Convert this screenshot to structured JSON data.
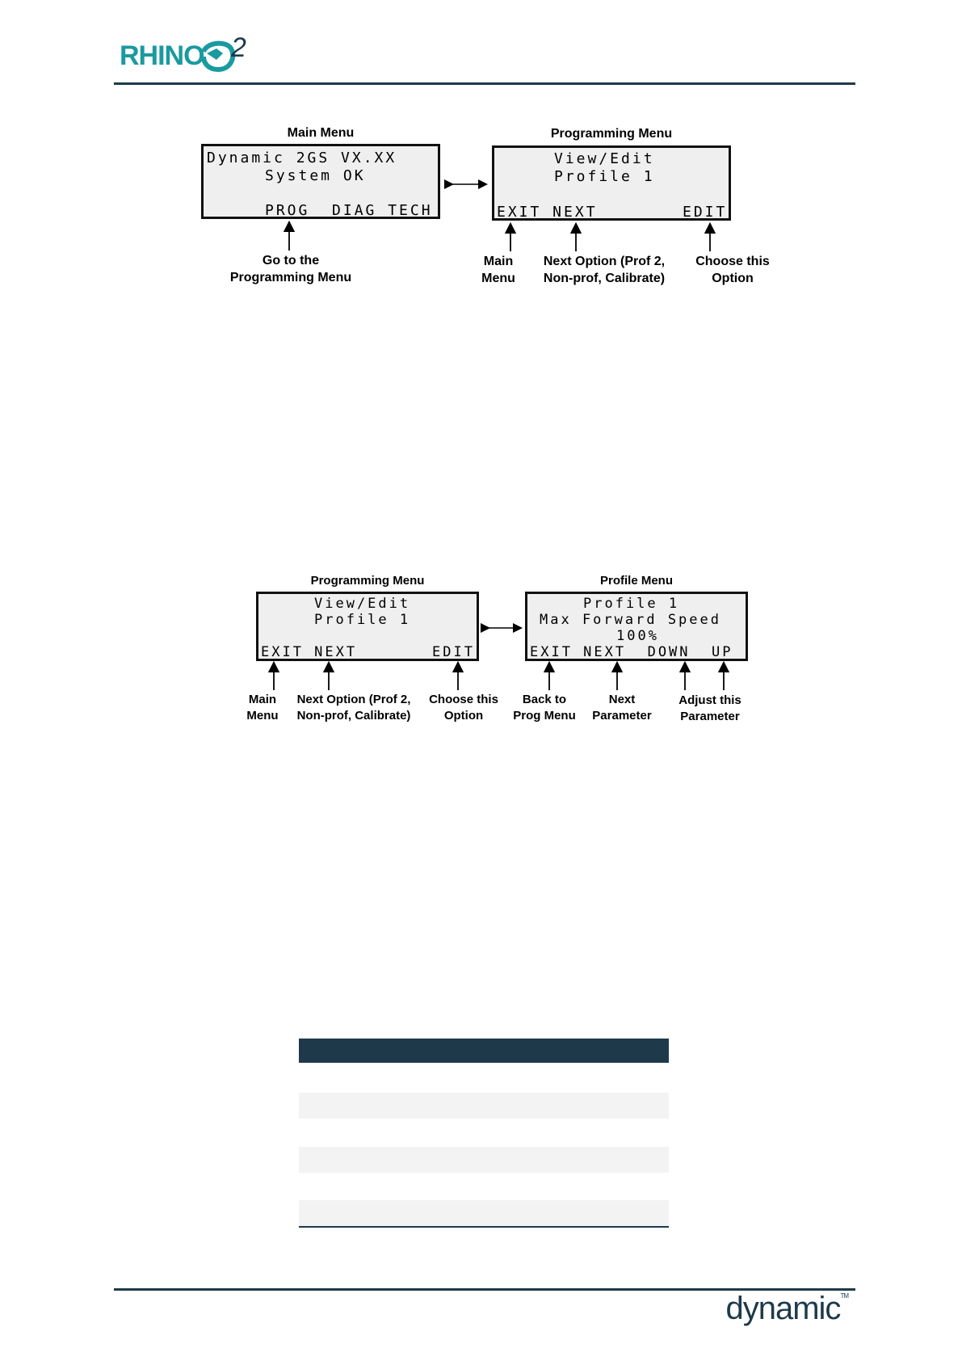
{
  "header": {
    "logo_text": "RHINO",
    "logo_superscript": "2"
  },
  "diagram1": {
    "left_screen": {
      "title": "Main Menu",
      "lines": [
        "Dynamic 2GS VX.XX",
        "System OK",
        "PROG  DIAG TECH"
      ]
    },
    "right_screen": {
      "title": "Programming Menu",
      "lines": [
        "View/Edit",
        "Profile 1",
        "EXIT NEXT",
        "EDIT"
      ]
    },
    "captions": {
      "prog": [
        "Go to the",
        "Programming Menu"
      ],
      "exit": [
        "Main",
        "Menu"
      ],
      "next": [
        "Next Option (Prof 2,",
        "Non-prof, Calibrate)"
      ],
      "edit": [
        "Choose this",
        "Option"
      ]
    }
  },
  "diagram2": {
    "left_screen": {
      "title": "Programming Menu",
      "lines": [
        "View/Edit",
        "Profile 1",
        "EXIT NEXT",
        "EDIT"
      ]
    },
    "right_screen": {
      "title": "Profile Menu",
      "lines": [
        "Profile 1",
        "Max Forward Speed",
        "100%",
        "EXIT NEXT  DOWN  UP"
      ]
    },
    "captions": {
      "exit": [
        "Main",
        "Menu"
      ],
      "next": [
        "Next Option (Prof 2,",
        "Non-prof, Calibrate)"
      ],
      "edit": [
        "Choose this",
        "Option"
      ],
      "back": [
        "Back to",
        "Prog Menu"
      ],
      "next_param": [
        "Next",
        "Parameter"
      ],
      "adjust": [
        "Adjust this",
        "Parameter"
      ]
    }
  },
  "footer": {
    "brand": "dynamic",
    "trademark": "TM"
  },
  "colors": {
    "accent": "#1a9aa0",
    "rule": "#1e3a4a",
    "table_header": "#1e3a4a",
    "table_shade": "#f3f3f3"
  }
}
